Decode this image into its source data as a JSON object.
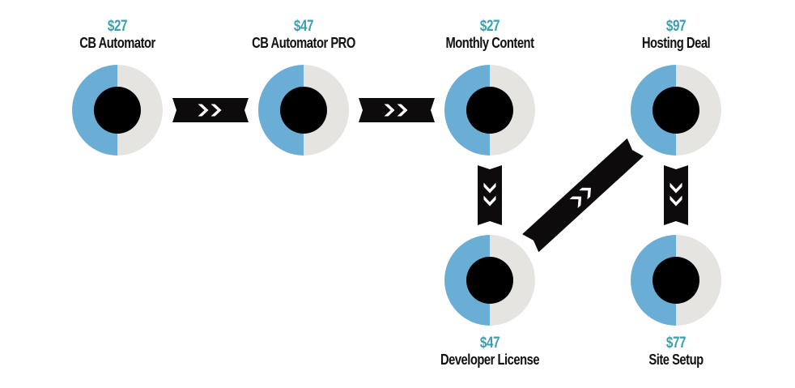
{
  "colors": {
    "ring_left": "#6aaed6",
    "ring_right": "#e5e4e1",
    "core": "#000000",
    "arrow_band": "#0d0b0b",
    "chevron": "#ffffff",
    "price": "#3a9fb0",
    "name": "#111111"
  },
  "nodes": [
    {
      "id": "cb-automator",
      "price": "$27",
      "name": "CB Automator"
    },
    {
      "id": "cb-automator-pro",
      "price": "$47",
      "name": "CB Automator PRO"
    },
    {
      "id": "monthly-content",
      "price": "$27",
      "name": "Monthly Content"
    },
    {
      "id": "hosting-deal",
      "price": "$97",
      "name": "Hosting Deal"
    },
    {
      "id": "developer-license",
      "price": "$47",
      "name": "Developer License"
    },
    {
      "id": "site-setup",
      "price": "$77",
      "name": "Site Setup"
    }
  ],
  "connections": [
    {
      "from": "cb-automator",
      "to": "cb-automator-pro",
      "icon": "double-chevron-right-icon"
    },
    {
      "from": "cb-automator-pro",
      "to": "monthly-content",
      "icon": "double-chevron-right-icon"
    },
    {
      "from": "monthly-content",
      "to": "developer-license",
      "icon": "double-chevron-down-icon"
    },
    {
      "from": "developer-license",
      "to": "hosting-deal",
      "icon": "double-chevron-up-right-icon"
    },
    {
      "from": "hosting-deal",
      "to": "site-setup",
      "icon": "double-chevron-down-icon"
    }
  ]
}
